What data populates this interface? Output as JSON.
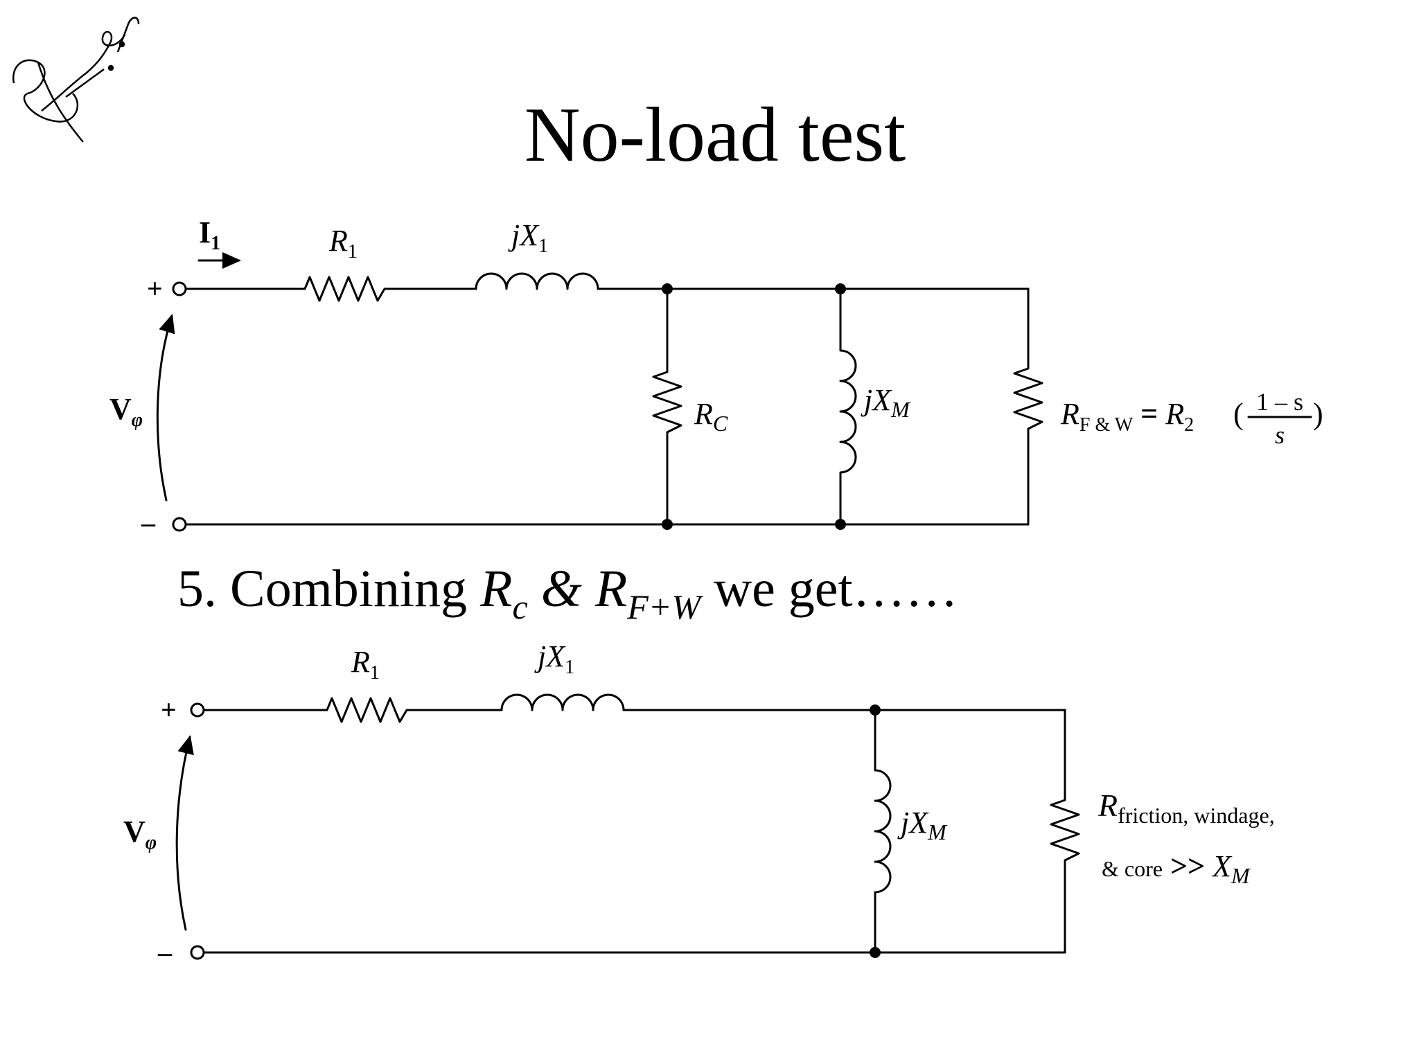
{
  "signature": "Jenam",
  "title": "No-load test",
  "circuit1": {
    "current_label": "I",
    "current_sub": "1",
    "plus": "+",
    "minus": "–",
    "voltage_label": "V",
    "voltage_sub": "φ",
    "r1": {
      "main": "R",
      "sub": "1"
    },
    "x1": {
      "j": "j",
      "main": "X",
      "sub": "1"
    },
    "rc": {
      "main": "R",
      "sub": "C"
    },
    "xm": {
      "j": "j",
      "main": "X",
      "sub": "M"
    },
    "rfw": {
      "main": "R",
      "sub": "F & W",
      "equals": " = ",
      "r2_main": "R",
      "r2_sub": "2",
      "open_paren": "(",
      "numerator": "1 – s",
      "denominator": "s",
      "close_paren": ")"
    }
  },
  "step_text": {
    "prefix": "5.  Combining ",
    "rc_main": "R",
    "rc_sub": "c",
    "amp": " & ",
    "rfw_main": "R",
    "rfw_sub": "F+W",
    "suffix": " we get……"
  },
  "circuit2": {
    "plus": "+",
    "minus": "–",
    "voltage_label": "V",
    "voltage_sub": "φ",
    "r1": {
      "main": "R",
      "sub": "1"
    },
    "x1": {
      "j": "j",
      "main": "X",
      "sub": "1"
    },
    "xm": {
      "j": "j",
      "main": "X",
      "sub": "M"
    },
    "r_combined": {
      "main": "R",
      "sub_line1": "friction, windage,",
      "sub_line2": "& core",
      "relation": " >> ",
      "xm_main": "X",
      "xm_sub": "M"
    }
  }
}
